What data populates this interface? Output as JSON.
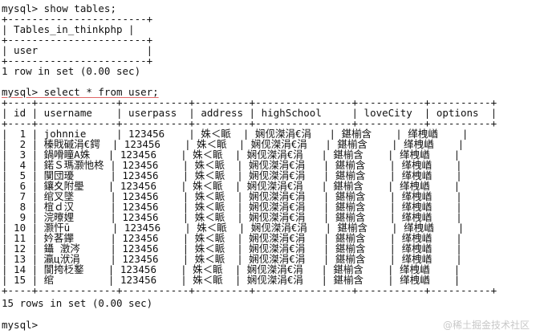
{
  "terminal": {
    "lines": [
      "mysql> show tables;",
      "+-----------------------+",
      "| Tables_in_thinkphp |",
      "+-----------------------+",
      "| user                  |",
      "+-----------------------+",
      "1 row in set (0.00 sec)",
      "",
      "mysql> select * from user;",
      "+----+-------------+-----------+---------+----------------+-----------+----------+",
      "| id | username    | userpass  | address | highSchool     | loveCity  | options  |",
      "+----+-------------+-----------+---------+----------------+-----------+----------+",
      "|  1 | johnnie     | 123456    | 姝＜眽  | 娴伣滐涓€涓   | 鍖椾含    | 缂栧崷    |",
      "|  2 | 榛戝磩涓€鍔  | 123456    | 姝＜眽  | 娴伣滐涓€涓   | 鍖椾含    | 缂栧崷    |",
      "|  3 | 鍋嗗瞳A姝   | 123456    | 姝＜眽  | 娴伣滐涓€涓   | 鍖椾含    | 缂栧崷    |",
      "|  4 | 鍩Ｓ瑪灏忚柊 | 123456    | 姝＜眽  | 娴伣滐涓€涓   | 鍖椾含    | 缂栧崷    |",
      "|  5 | 闃団瓇      | 123456    | 姝＜眽  | 娴伣滐涓€涓   | 鍖椾含    | 缂栧崷    |",
      "|  6 | 鑲夊附璺    | 123456    | 姝＜眽  | 娴伣滐涓€涓   | 鍖椾含    | 缂栧崷    |",
      "|  7 | 绾叉墜      | 123456    | 姝＜眽  | 娴伣滐涓€涓   | 鍖椾含    | 缂栧崷    |",
      "|  8 | 椬ｄ汉      | 123456    | 姝＜眽  | 娴伣滐涓€涓   | 鍖椾含    | 缂栧崷    |",
      "|  9 | 浣曢娌      | 123456    | 姝＜眽  | 娴伣滐涓€涓   | 鍖椾含    | 缂栧崷    |",
      "| 10 | 灏忓ū       | 123456    | 姝＜眽  | 娴伣滐涓€涓   | 鍖椾含    | 缂栧崷    |",
      "| 11 | 妗茖鑻      | 123456    | 姝＜眽  | 娴伣滐涓€涓   | 鍖椾含    | 缂栧崷    |",
      "| 12 | 鑷 澂涔     | 123456    | 姝＜眽  | 娴伣滐涓€涓   | 鍖椾含    | 缂栧崷    |",
      "| 13 | 瀛ц洑涓     | 123456    | 姝＜眽  | 娴伣滐涓€涓   | 鍖椾含    | 缂栧崷    |",
      "| 14 | 閬挎柉鐜    | 123456    | 姝＜眽  | 娴伣滐涓€涓   | 鍖椾含    | 缂栧崷    |",
      "| 15 | 绾         | 123456    | 姝＜眽  | 娴伣滐涓€涓   | 鍖椾含    | 缂栧崷    |",
      "+----+-------------+-----------+---------+----------------+-----------+----------+",
      "15 rows in set (0.00 sec)",
      "",
      "mysql>"
    ]
  },
  "watermark": "@稀土掘金技术社区"
}
